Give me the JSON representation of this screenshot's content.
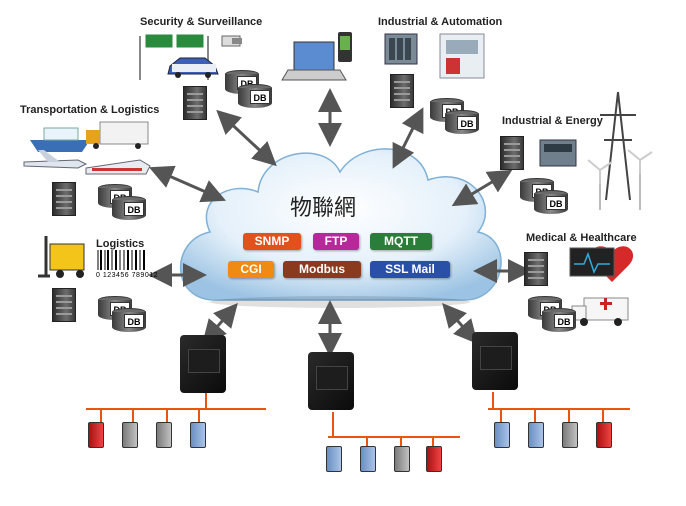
{
  "cloud": {
    "title": "物聯網",
    "protocols": [
      "SNMP",
      "FTP",
      "MQTT",
      "CGI",
      "Modbus",
      "SSL Mail"
    ]
  },
  "sections": {
    "security": "Security & Surveillance",
    "industrial_automation": "Industrial & Automation",
    "transportation": "Transportation & Logistics",
    "industrial_energy": "Industrial & Energy",
    "logistics": "Logistics",
    "medical": "Medical & Healthcare"
  },
  "db_label": "DB",
  "barcode_number": "0 123456 789012",
  "colors": {
    "snmp": "#e2511b",
    "ftp": "#b7289a",
    "mqtt": "#2b7d3a",
    "cgi": "#ef8a12",
    "modbus": "#8a3b1e",
    "sslmail": "#2a4fa8",
    "bus": "#e8560e",
    "cloud": "#cfe3f3"
  }
}
